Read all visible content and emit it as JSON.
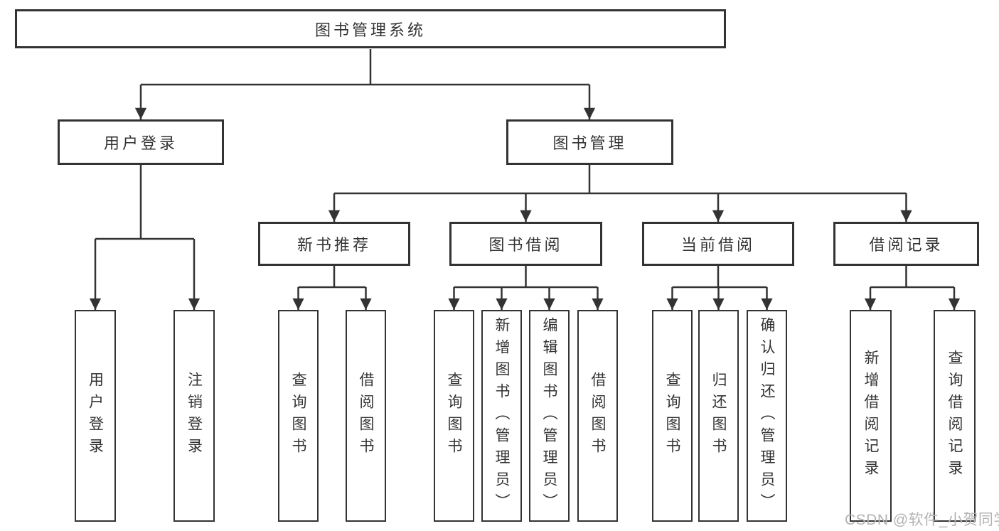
{
  "diagram": {
    "root": "图书管理系统",
    "level2": [
      "用户登录",
      "图书管理"
    ],
    "level3": [
      "新书推荐",
      "图书借阅",
      "当前借阅",
      "借阅记录"
    ],
    "leaves": {
      "user_login": [
        "用户登录",
        "注销登录"
      ],
      "new_books": [
        "查询图书",
        "借阅图书"
      ],
      "book_borrow": [
        "查询图书",
        "新增图书（管理员）",
        "编辑图书（管理员）",
        "借阅图书"
      ],
      "current_borrow": [
        "查询图书",
        "归还图书",
        "确认归还（管理员）"
      ],
      "borrow_records": [
        "新增借阅记录",
        "查询借阅记录"
      ]
    }
  },
  "watermark": "CSDN @软件_小贺同学",
  "colors": {
    "line": "#333333",
    "box_border": "#333333",
    "text": "#333333",
    "background": "#ffffff",
    "watermark": "#b3b3b3"
  }
}
